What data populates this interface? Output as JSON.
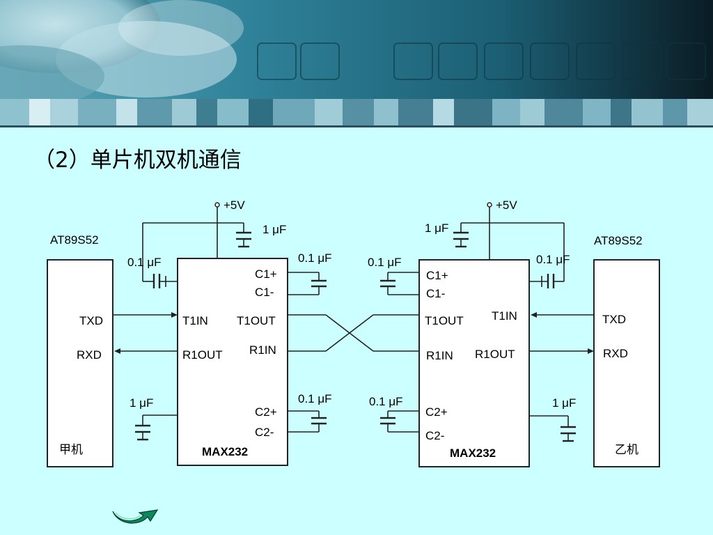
{
  "slide": {
    "title": "（2）单片机双机通信"
  },
  "diagram": {
    "supply": "+5V",
    "left_mcu": {
      "model": "AT89S52",
      "name": "甲机",
      "pin_txd": "TXD",
      "pin_rxd": "RXD"
    },
    "right_mcu": {
      "model": "AT89S52",
      "name": "乙机",
      "pin_txd": "TXD",
      "pin_rxd": "RXD"
    },
    "ic_label": "MAX232",
    "pins": {
      "c1p": "C1+",
      "c1m": "C1-",
      "c2p": "C2+",
      "c2m": "C2-",
      "t1in": "T1IN",
      "t1out": "T1OUT",
      "r1in": "R1IN",
      "r1out": "R1OUT"
    },
    "cap_1uf": "1 μF",
    "cap_01uf": "0.1 μF"
  },
  "colors": {
    "background": "#ccffff",
    "banner_dark": "#0e2a36",
    "banner_teal": "#3f8fa3",
    "arrow_green": "#0a8a5a"
  },
  "icons": [
    "next-arrow-icon"
  ]
}
